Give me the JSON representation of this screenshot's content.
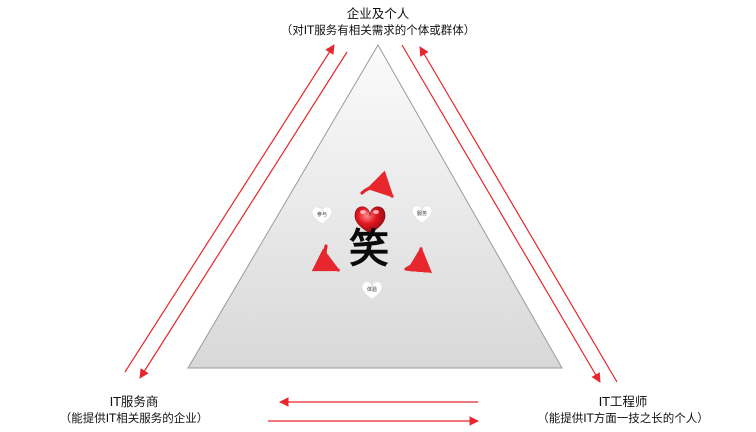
{
  "nodes": {
    "top": {
      "title": "企业及个人",
      "subtitle": "（对IT服务有相关需求的个体或群体）"
    },
    "left": {
      "title": "IT服务商",
      "subtitle": "（能提供IT相关服务的企业）"
    },
    "right": {
      "title": "IT工程师",
      "subtitle": "（能提供IT方面一技之长的个人）"
    }
  },
  "center": {
    "glyph": "笑",
    "hearts": [
      "参与",
      "服务",
      "体验"
    ]
  },
  "colors": {
    "arrow": "#e8262d",
    "triangle_fill_light": "#fafafa",
    "triangle_fill_dark": "#d6d6d6",
    "heart": "#d9121b"
  }
}
